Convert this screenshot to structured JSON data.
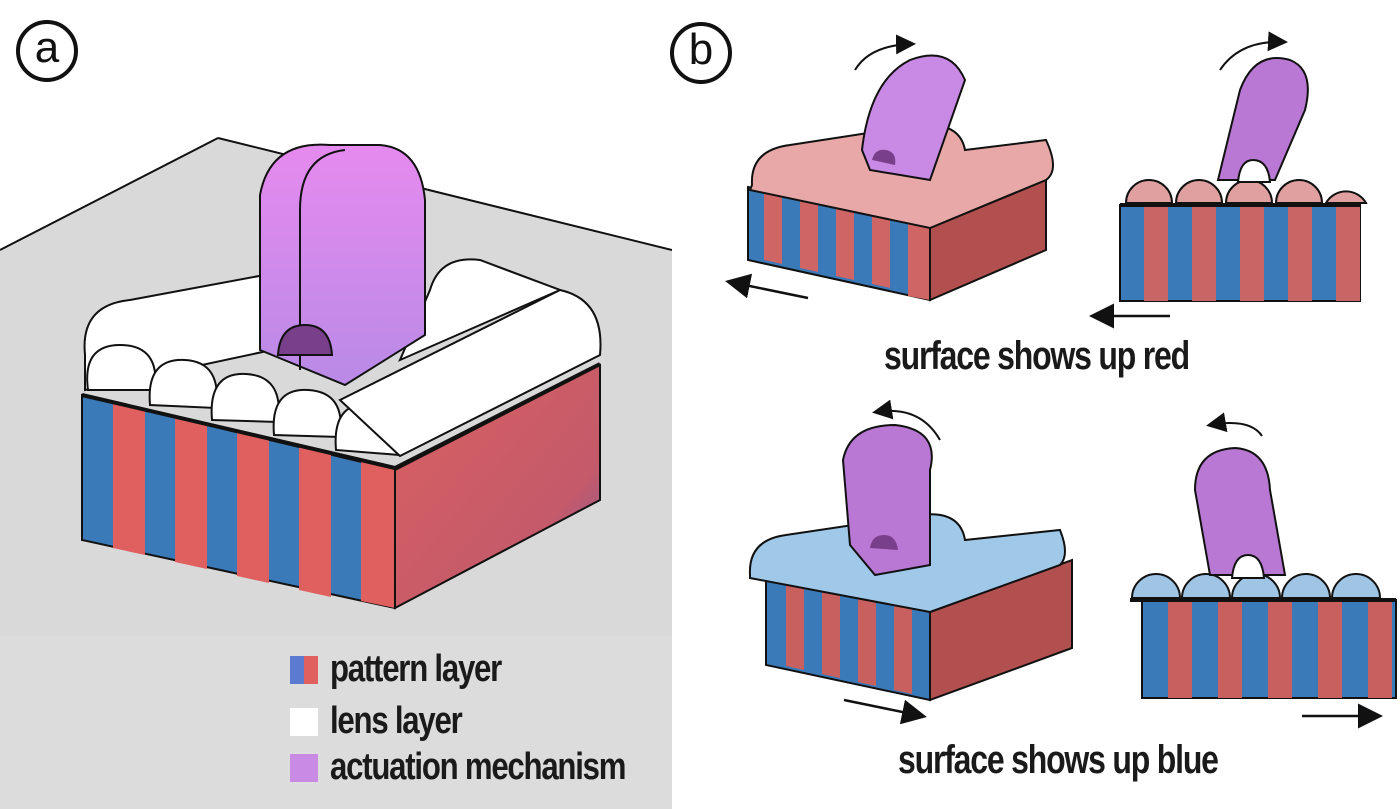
{
  "panels": {
    "a": {
      "label": "a"
    },
    "b": {
      "label": "b"
    }
  },
  "legend": {
    "pattern": "pattern layer",
    "lens": "lens layer",
    "actuation": "actuation mechanism"
  },
  "captions": {
    "red": "surface shows up red",
    "blue": "surface shows up blue"
  },
  "colors": {
    "pattern_blue": "#3a7ab8",
    "pattern_red": "#d86464",
    "lens_white": "#ffffff",
    "lens_red": "#e8a5a5",
    "lens_blue": "#9ec6e6",
    "actuator": "#c98ae6",
    "background_gray": "#d9d9d9"
  }
}
